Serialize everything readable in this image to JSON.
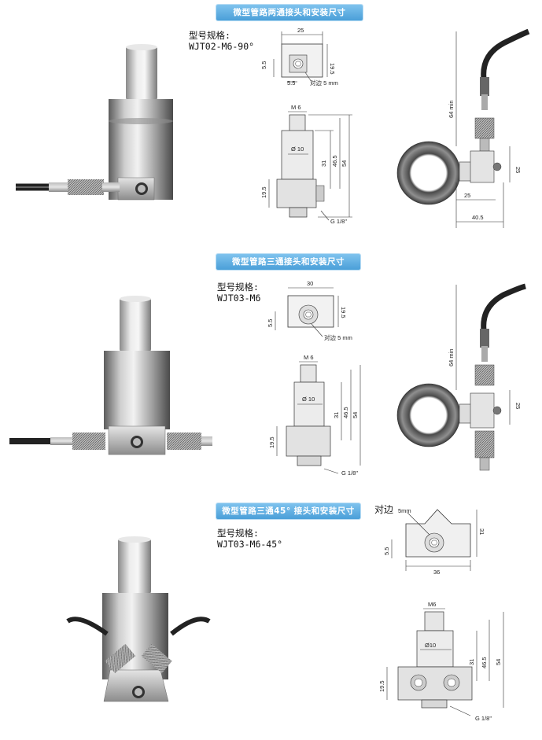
{
  "sections": [
    {
      "title": "微型管路两通接头和安装尺寸",
      "model_label": "型号规格:",
      "model": "WJT02-M6-90°",
      "dims": {
        "top_w": "25",
        "top_h": "19.5",
        "top_left": "5.5",
        "top_bottom": "5.5",
        "across": "对边 5 mm",
        "thread": "M 6",
        "dia": "Ø 10",
        "h31": "31",
        "h465": "46.5",
        "h54": "54",
        "h195": "19.5",
        "g": "G 1/8\"",
        "cable": "64 min",
        "side25": "25",
        "bot25": "25",
        "bot405": "40.5"
      }
    },
    {
      "title": "微型管路三通接头和安装尺寸",
      "model_label": "型号规格:",
      "model": "WJT03-M6",
      "dims": {
        "top_w": "30",
        "top_h": "19.5",
        "top_left": "5.5",
        "across": "对边 5 mm",
        "thread": "M 6",
        "dia": "Ø 10",
        "h31": "31",
        "h465": "46.5",
        "h54": "54",
        "h195": "19.5",
        "g": "G 1/8\"",
        "cable": "64 min",
        "side25": "25"
      }
    },
    {
      "title": "微型管路三通45° 接头和安装尺寸",
      "model_label": "型号规格:",
      "model": "WJT03-M6-45°",
      "dims": {
        "across_big": "对边",
        "across_small": "5mm",
        "top_w": "36",
        "top_h": "31",
        "top_left": "5.5",
        "thread": "M6",
        "dia": "Ø10",
        "h31": "31",
        "h465": "46.5",
        "h54": "54",
        "h195": "19.5",
        "g": "G 1/8\""
      }
    }
  ],
  "colors": {
    "banner": "#5aaee3",
    "metal_light": "#d8d8d8",
    "metal_dark": "#6e6e6e",
    "line": "#333333"
  }
}
